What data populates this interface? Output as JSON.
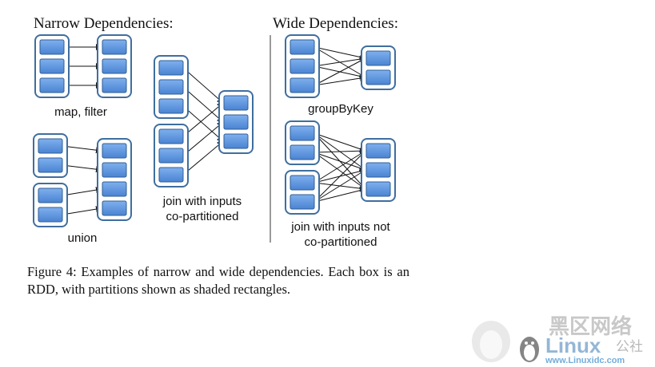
{
  "headings": {
    "narrow": "Narrow Dependencies:",
    "wide": "Wide Dependencies:"
  },
  "labels": {
    "map_filter": "map, filter",
    "union": "union",
    "join_copart_line1": "join with inputs",
    "join_copart_line2": "co-partitioned",
    "group_by_key": "groupByKey",
    "join_not_copart_line1": "join with inputs not",
    "join_not_copart_line2": "co-partitioned"
  },
  "caption": "Figure 4: Examples of narrow and wide dependencies. Each box is an RDD, with partitions shown as shaded rectangles.",
  "watermark": {
    "line1": "黑区网络",
    "line2": "Linux",
    "line3": "公社",
    "url": "www.Linuxidc.com"
  },
  "colors": {
    "rdd_border": "#3f6e9f",
    "partition_fill": "#5b93de",
    "partition_border": "#2f5f96",
    "arrow": "#111111",
    "divider": "#9a9a9a"
  }
}
